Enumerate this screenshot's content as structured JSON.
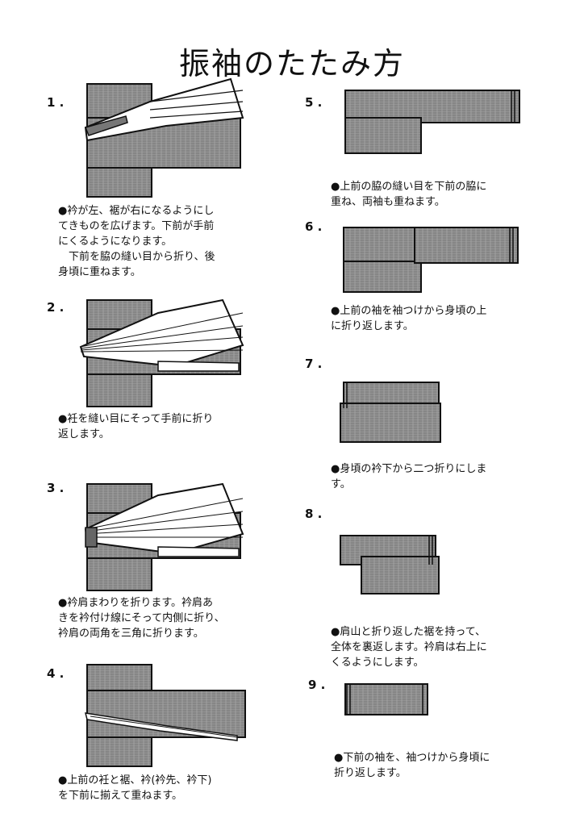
{
  "title": "振袖のたたみ方",
  "steps": [
    {
      "num": "1 .",
      "text": "●衿が左、裾が右になるようにし\nてきものを広げます。下前が手前\nにくるようになります。\n　下前を脇の縫い目から折り、後\n身頃に重ねます。",
      "illustration": "step-1-diagram"
    },
    {
      "num": "2 .",
      "text": "●衽を縫い目にそって手前に折り\n返します。",
      "illustration": "step-2-diagram"
    },
    {
      "num": "3 .",
      "text": "●衿肩まわりを折ります。衿肩あ\nきを衿付け線にそって内側に折り、\n衿肩の両角を三角に折ります。",
      "illustration": "step-3-diagram"
    },
    {
      "num": "4 .",
      "text": "●上前の衽と裾、衿(衿先、衿下)\nを下前に揃えて重ねます。",
      "illustration": "step-4-diagram"
    },
    {
      "num": "5 .",
      "text": "●上前の脇の縫い目を下前の脇に\n重ね、両袖も重ねます。",
      "illustration": "step-5-diagram"
    },
    {
      "num": "6 .",
      "text": "●上前の袖を袖つけから身頃の上\nに折り返します。",
      "illustration": "step-6-diagram"
    },
    {
      "num": "7 .",
      "text": "●身頃の衿下から二つ折りにしま\nす。",
      "illustration": "step-7-diagram"
    },
    {
      "num": "8 .",
      "text": "●肩山と折り返した裾を持って、\n全体を裏返します。衿肩は右上に\nくるようにします。",
      "illustration": "step-8-diagram"
    },
    {
      "num": "9 .",
      "text": "●下前の袖を、袖つけから身頃に\n折り返します。",
      "illustration": "step-9-diagram"
    }
  ],
  "colors": {
    "fabric": "#8f8f8f",
    "fabric_dark": "#6e6e6e",
    "lining": "#ffffff",
    "ink": "#111111"
  }
}
